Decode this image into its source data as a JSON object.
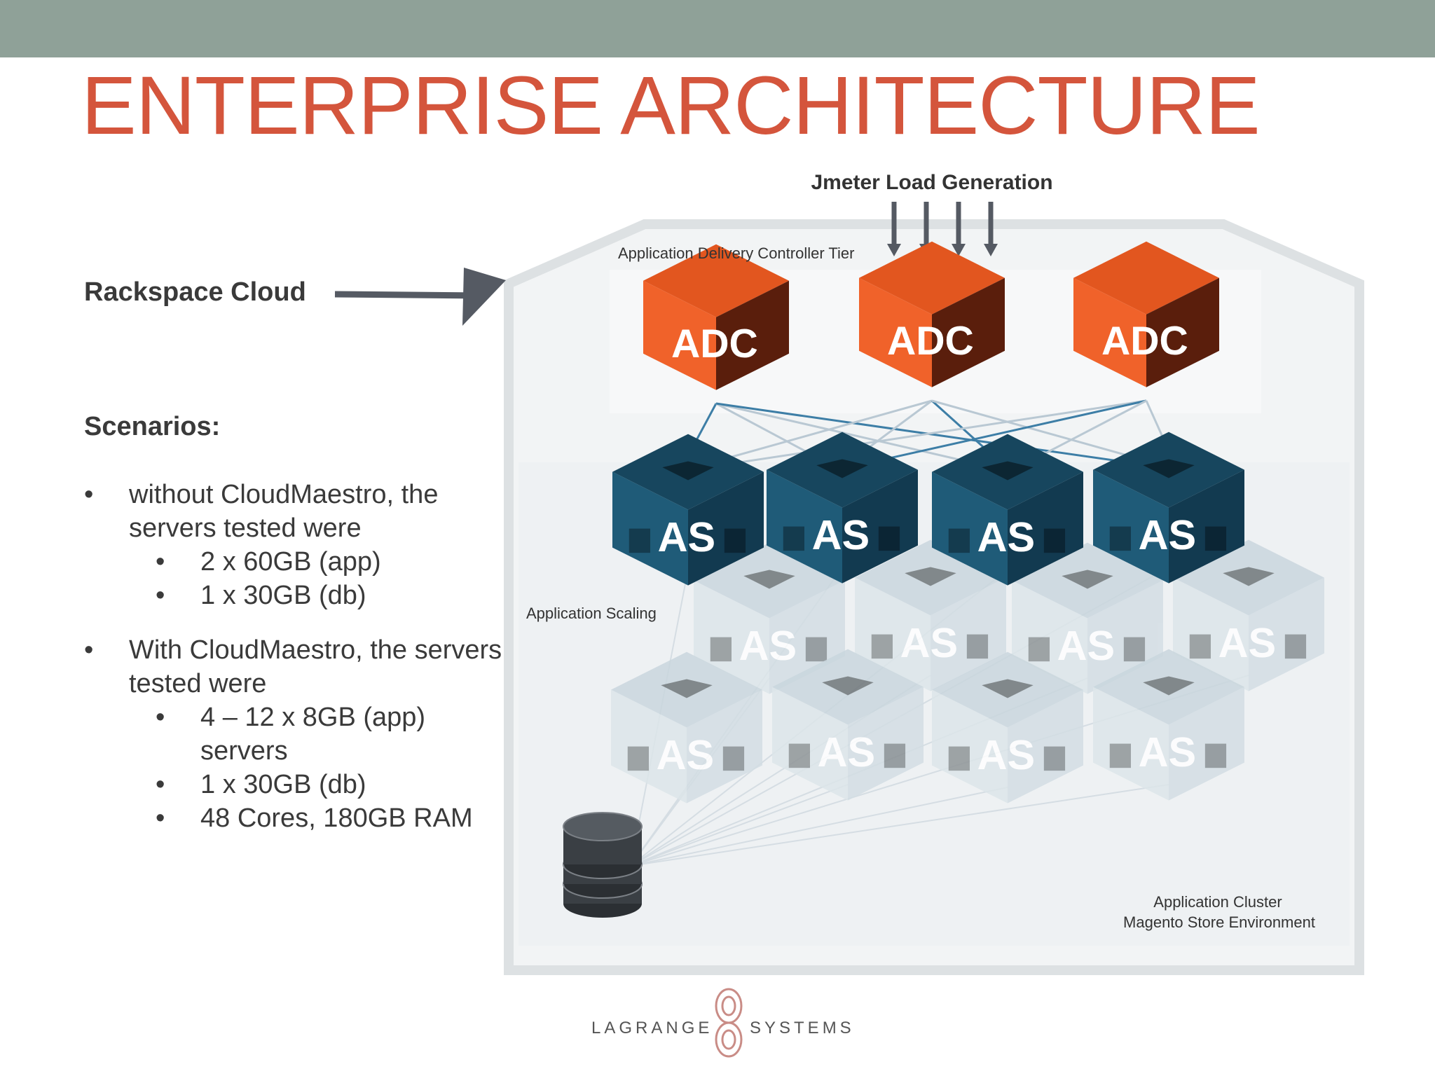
{
  "colors": {
    "topbar": "#8fa198",
    "title": "#d4553c",
    "adc_front": "#f0622a",
    "adc_side": "#5a1e0c",
    "as_front": "#1f5b78",
    "as_side": "#123a50",
    "text_dark": "#3a3a3a"
  },
  "slide": {
    "title": "ENTERPRISE ARCHITECTURE",
    "rackspace_label": "Rackspace Cloud",
    "scenarios_heading": "Scenarios:",
    "bullet_glyph": "•",
    "bullets": [
      {
        "text": "without CloudMaestro, the servers tested were",
        "sub": [
          "2 x 60GB (app)",
          "1 x 30GB (db)"
        ]
      },
      {
        "text": "With CloudMaestro, the servers tested were",
        "sub": [
          "4 – 12 x 8GB (app) servers",
          "1 x 30GB (db)",
          "48 Cores, 180GB RAM"
        ]
      }
    ]
  },
  "diagram": {
    "load_label": "Jmeter Load Generation",
    "adc_tier_label": "Application Delivery Controller Tier",
    "scaling_label": "Application Scaling",
    "cluster_label_1": "Application Cluster",
    "cluster_label_2": "Magento Store Environment",
    "adc_label": "ADC",
    "as_label": "AS",
    "adc_count": 3,
    "active_as_count": 4,
    "faded_as_count": 8,
    "database_icon": "database-icon"
  },
  "logo": {
    "left": "LAGRANGE",
    "right": "SYSTEMS",
    "icon": "lagrange-infinity-icon"
  }
}
